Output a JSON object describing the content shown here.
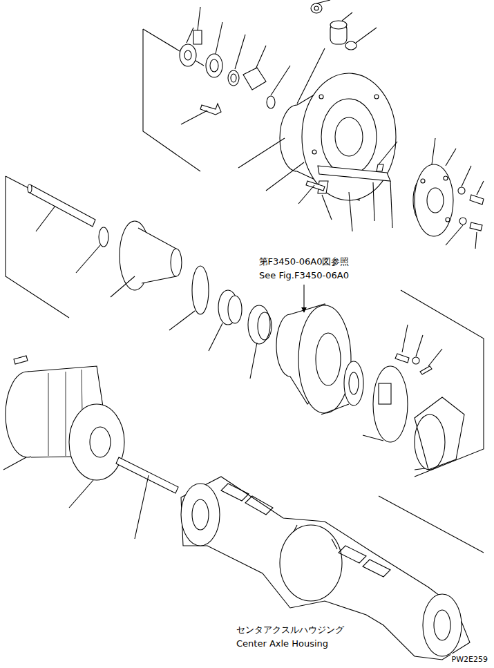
{
  "diagram": {
    "labels": [
      "第F3450-06A0図参照",
      "See Fig.F3450-06A0",
      "センタアクスルハウジング",
      "Center Axle Housing",
      "PW2E259"
    ]
  }
}
